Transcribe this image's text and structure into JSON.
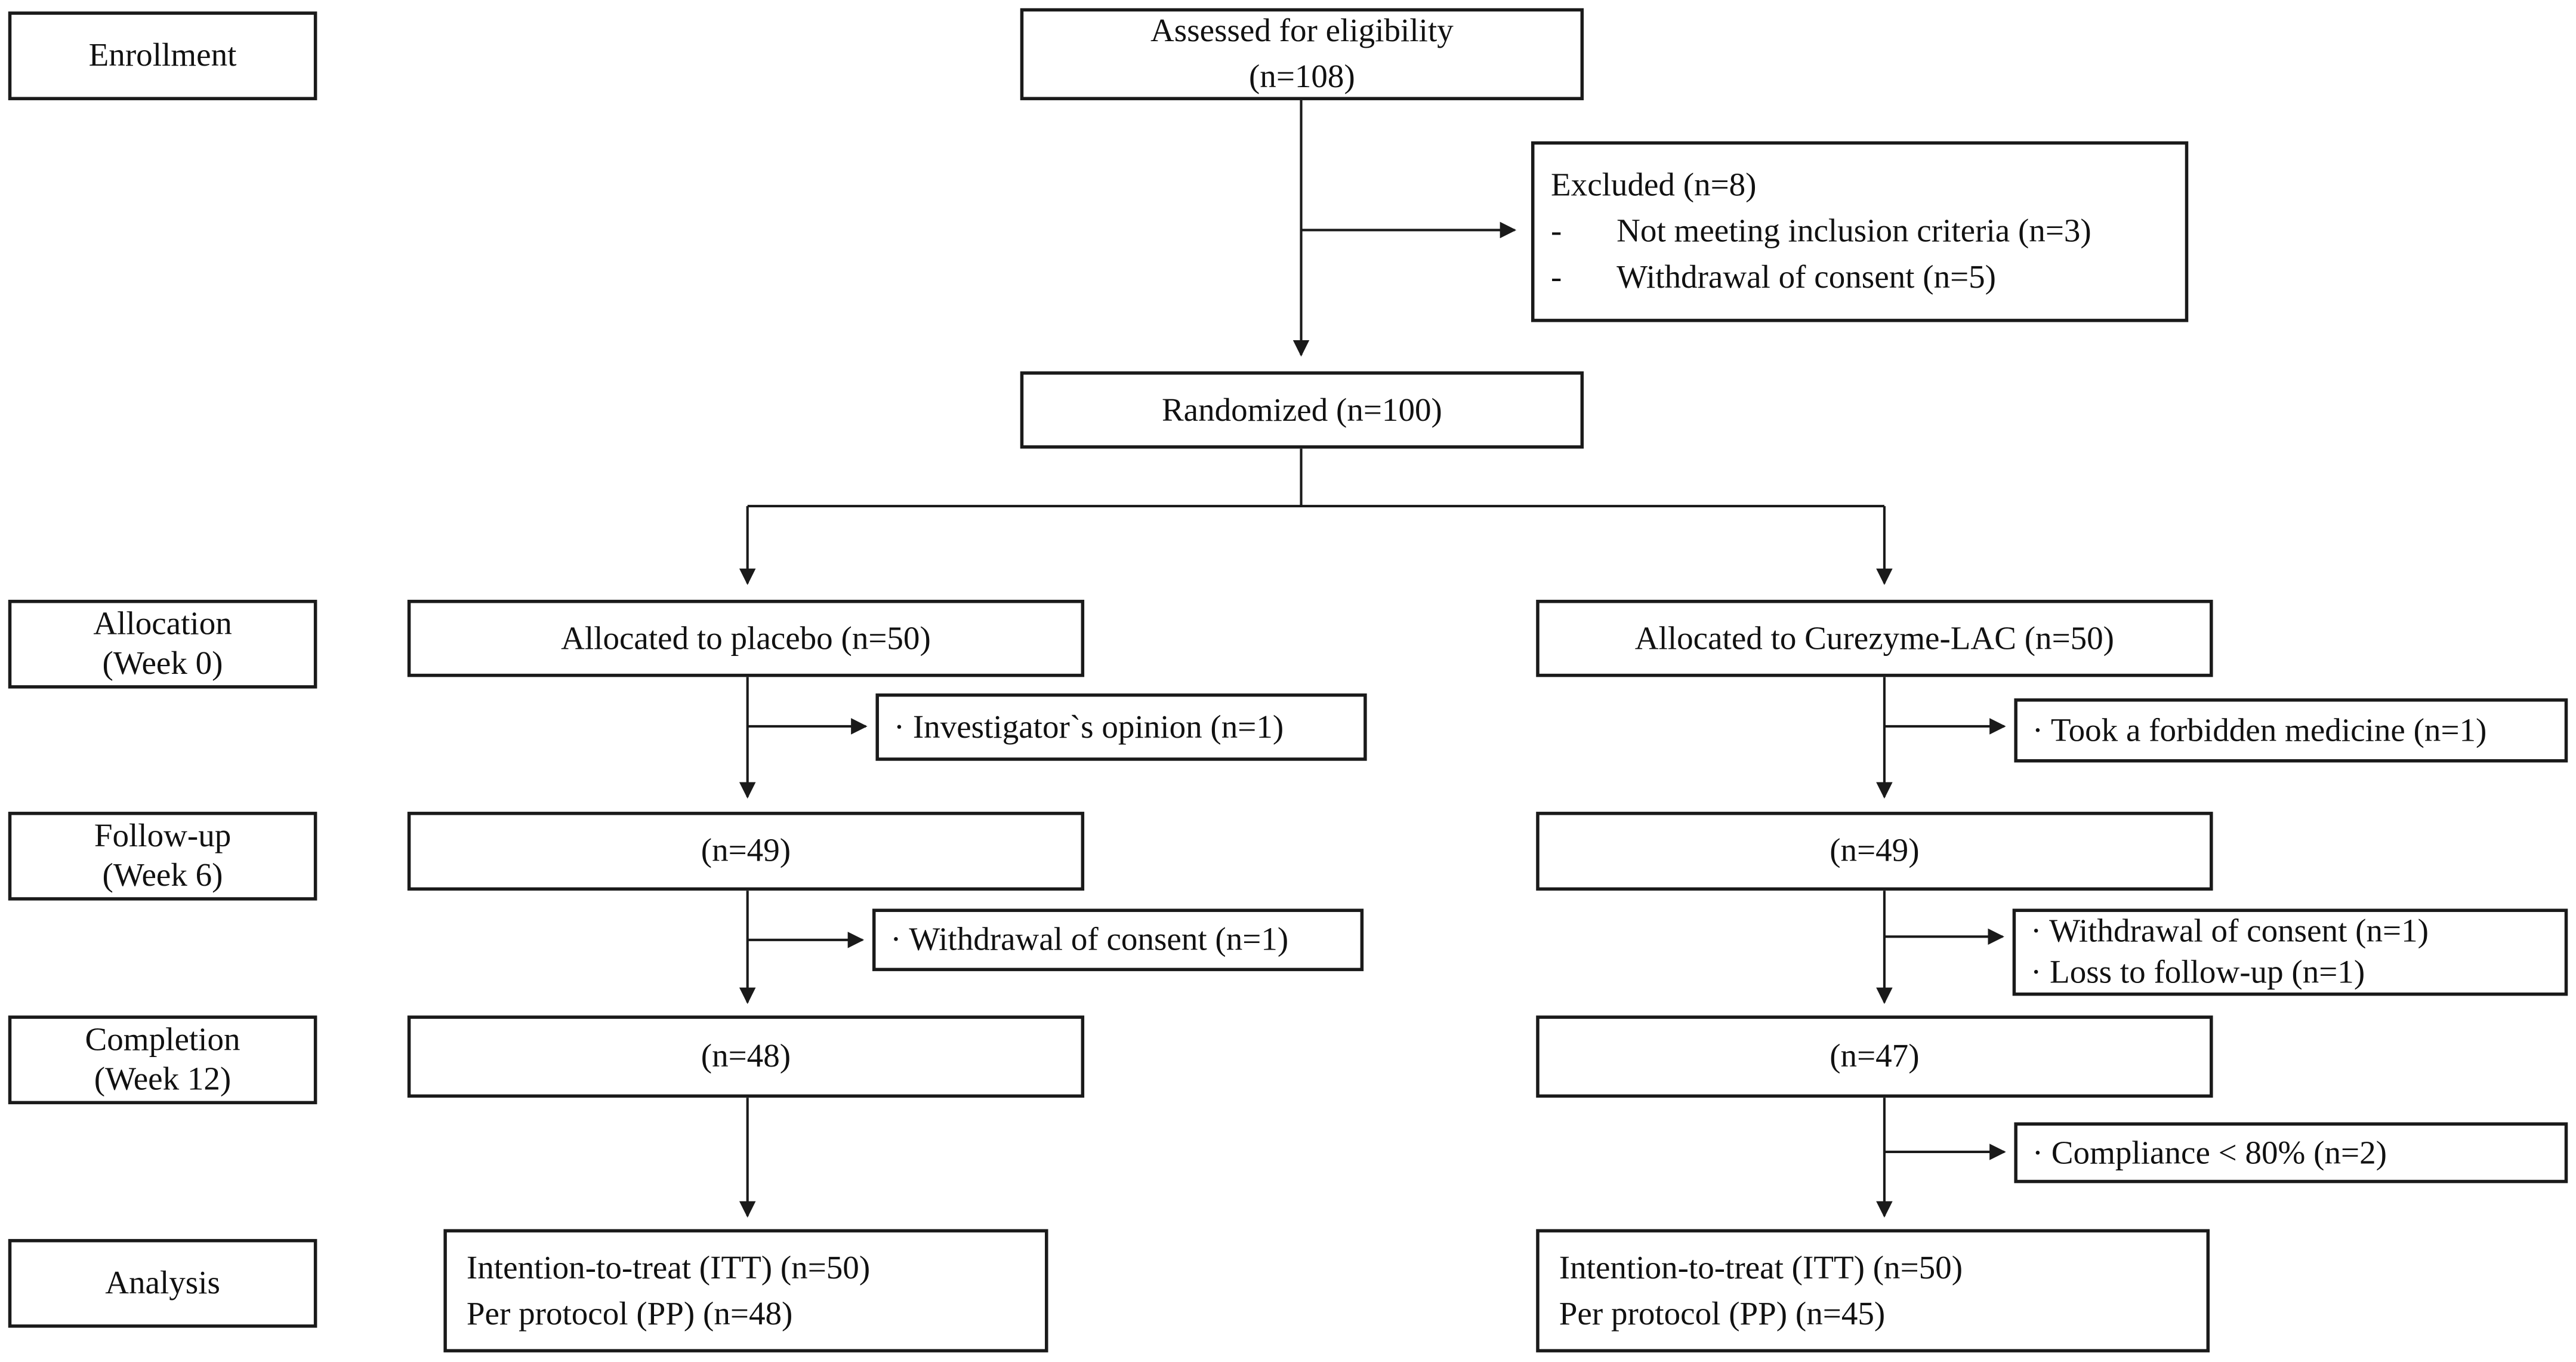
{
  "stages": {
    "enrollment": [
      "Enrollment"
    ],
    "allocation": [
      "Allocation",
      "(Week 0)"
    ],
    "follow_up": [
      "Follow-up",
      "(Week 6)"
    ],
    "completion": [
      "Completion",
      "(Week 12)"
    ],
    "analysis": [
      "Analysis"
    ]
  },
  "assessed": {
    "title": "Assessed for eligibility",
    "n": "(n=108)"
  },
  "excluded": {
    "title": "Excluded (n=8)",
    "bullet": "-",
    "items": [
      "Not meeting inclusion criteria (n=3)",
      "Withdrawal of consent (n=5)"
    ]
  },
  "randomized": "Randomized (n=100)",
  "placebo": {
    "allocated": "Allocated to placebo (n=50)",
    "dropout_week0": "· Investigator`s opinion (n=1)",
    "follow_up": "(n=49)",
    "dropout_week6": "· Withdrawal of consent (n=1)",
    "completion": "(n=48)",
    "analysis": [
      "Intention-to-treat (ITT) (n=50)",
      "Per protocol (PP) (n=48)"
    ]
  },
  "curezyme": {
    "allocated": "Allocated to Curezyme-LAC (n=50)",
    "dropout_week0": "· Took a forbidden medicine (n=1)",
    "follow_up": "(n=49)",
    "dropout_week6": [
      "· Withdrawal of consent (n=1)",
      "· Loss to follow-up (n=1)"
    ],
    "completion": "(n=47)",
    "dropout_week12": "· Compliance < 80% (n=2)",
    "analysis": [
      "Intention-to-treat (ITT) (n=50)",
      "Per protocol (PP) (n=45)"
    ]
  }
}
